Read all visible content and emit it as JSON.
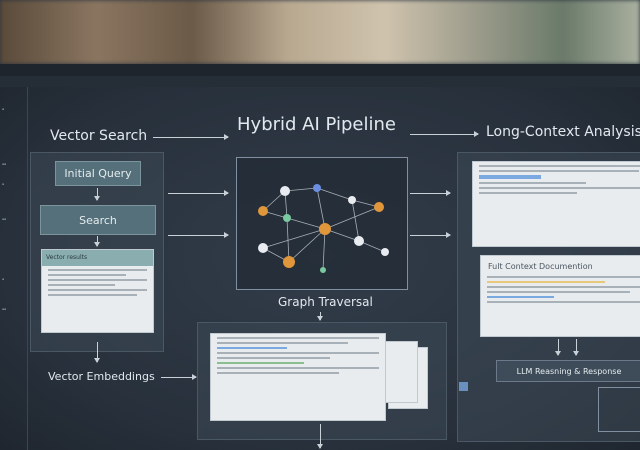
{
  "titles": {
    "main": "Hybrid AI Pipeline",
    "vector_search": "Vector Search",
    "long_context": "Long-Context Analysis",
    "graph_traversal": "Graph Traversal",
    "vector_embeddings": "Vector Embeddings"
  },
  "vector_search": {
    "initial_query": "Initial Query",
    "search": "Search",
    "results_header": "Vector results"
  },
  "long_context": {
    "full_context_doc": "Fult Context Documention",
    "llm": "LLM Reasning & Response"
  },
  "colors": {
    "screen": "#2b3440",
    "box": "#55707a",
    "node_orange": "#e0963a",
    "node_blue": "#6a8ee0",
    "node_green": "#7ac8a0",
    "node_white": "#e8ecf0"
  }
}
